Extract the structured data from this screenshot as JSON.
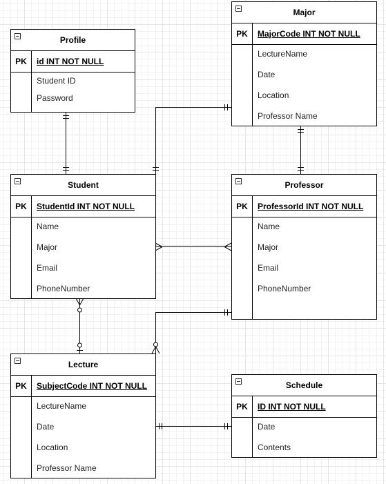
{
  "diagram": {
    "entities": {
      "profile": {
        "title": "Profile",
        "pk_label": "PK",
        "pk_field": "id INT NOT NULL",
        "fields": [
          "Student ID",
          "Password"
        ]
      },
      "major": {
        "title": "Major",
        "pk_label": "PK",
        "pk_field": "MajorCode INT NOT NULL",
        "fields": [
          "LectureName",
          "Date",
          "Location",
          "Professor Name"
        ]
      },
      "student": {
        "title": "Student",
        "pk_label": "PK",
        "pk_field": "StudentId INT NOT NULL",
        "fields": [
          "Name",
          "Major",
          "Email",
          "PhoneNumber"
        ]
      },
      "professor": {
        "title": "Professor",
        "pk_label": "PK",
        "pk_field": "ProfessorId INT NOT NULL",
        "fields": [
          "Name",
          "Major",
          "Email",
          "PhoneNumber"
        ]
      },
      "lecture": {
        "title": "Lecture",
        "pk_label": "PK",
        "pk_field": "SubjectCode INT NOT NULL",
        "fields": [
          "LectureName",
          "Date",
          "Location",
          "Professor Name"
        ]
      },
      "schedule": {
        "title": "Schedule",
        "pk_label": "PK",
        "pk_field": "ID INT NOT NULL",
        "fields": [
          "Date",
          "Contents"
        ]
      }
    },
    "relationships": [
      {
        "from": "Profile",
        "to": "Student",
        "from_cardinality": "one-and-only-one",
        "to_cardinality": "one-and-only-one"
      },
      {
        "from": "Student",
        "to": "Major",
        "from_cardinality": "one-and-only-one",
        "to_cardinality": "one-and-only-one"
      },
      {
        "from": "Major",
        "to": "Professor",
        "from_cardinality": "one-and-only-one",
        "to_cardinality": "one-and-only-one"
      },
      {
        "from": "Student",
        "to": "Professor",
        "from_cardinality": "many",
        "to_cardinality": "many"
      },
      {
        "from": "Student",
        "to": "Lecture",
        "from_cardinality": "zero-or-many",
        "to_cardinality": "zero-or-one"
      },
      {
        "from": "Professor",
        "to": "Lecture",
        "from_cardinality": "one-and-only-one",
        "to_cardinality": "zero-or-many"
      },
      {
        "from": "Lecture",
        "to": "Schedule",
        "from_cardinality": "one-and-only-one",
        "to_cardinality": "one-and-only-one"
      }
    ]
  }
}
